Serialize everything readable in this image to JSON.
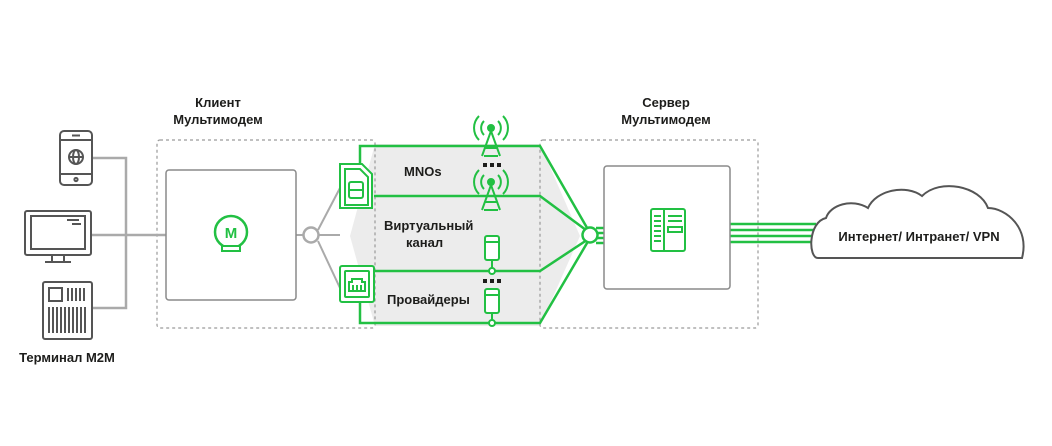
{
  "labels": {
    "client_title_1": "Клиент",
    "client_title_2": "Мультимодем",
    "server_title_1": "Сервер",
    "server_title_2": "Мультимодем",
    "terminal": "Терминал M2M",
    "mnos": "MNOs",
    "virtual_1": "Виртуальный",
    "virtual_2": "канал",
    "providers": "Провайдеры",
    "internet": "Интернет/ Интранет/ VPN",
    "logo_text": "M"
  },
  "colors": {
    "green": "#22c043",
    "gray_line": "#aaaaaa",
    "device_stroke": "#555555",
    "box_stroke": "#8a8a8a",
    "dashed": "#9a9a9a",
    "channel_fill": "#ececec",
    "text": "#1d1d1b"
  },
  "icons": [
    "smartphone-icon",
    "monitor-icon",
    "terminal-icon",
    "sim-card-icon",
    "ethernet-port-icon",
    "cell-tower-icon",
    "server-icon",
    "cloud-icon",
    "multimodem-logo-icon"
  ]
}
